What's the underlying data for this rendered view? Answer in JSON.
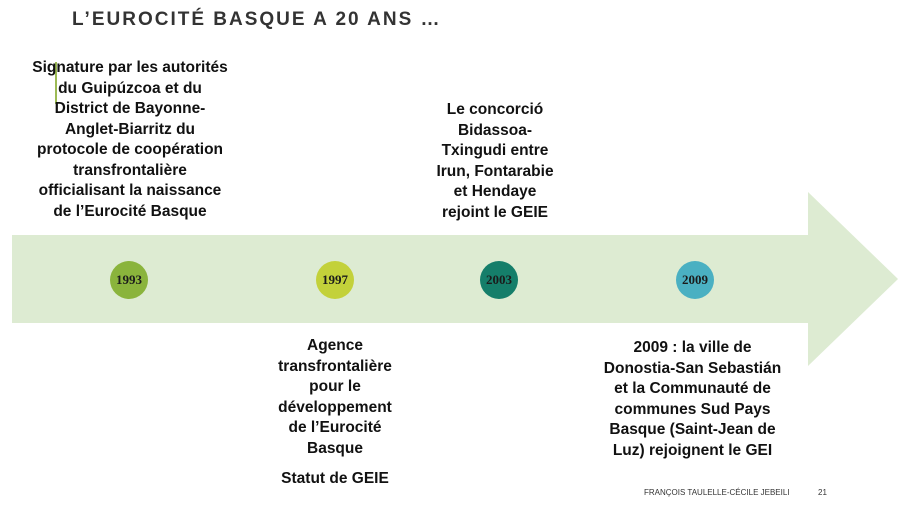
{
  "slide": {
    "title": "L’EUROCITÉ BASQUE A 20 ANS …",
    "footer": "FRANÇOIS TAULELLE-CÉCILE JEBEILI",
    "page_number": "21"
  },
  "arrow_color": "#ddebd2",
  "milestones": [
    {
      "year": "1993",
      "color": "#8ab43c"
    },
    {
      "year": "1997",
      "color": "#c3d13a"
    },
    {
      "year": "2003",
      "color": "#157e6a"
    },
    {
      "year": "2009",
      "color": "#4ab0c2"
    }
  ],
  "texts": {
    "block_1993": [
      "Signature par les autorités",
      "du Guipúzcoa et du",
      "District de Bayonne-",
      "Anglet-Biarritz du",
      "protocole de coopération",
      "transfrontalière",
      "officialisant la naissance",
      "de l’Eurocité Basque"
    ],
    "block_2003": [
      "Le concorció",
      "Bidassoa-",
      "Txingudi entre",
      "Irun, Fontarabie",
      "et Hendaye",
      "rejoint le GEIE"
    ],
    "block_1997": [
      "Agence",
      "transfrontalière",
      "pour le",
      "développement",
      "de l’Eurocité",
      "Basque"
    ],
    "block_1997_statut": "Statut de GEIE",
    "block_2009": [
      "2009 : la ville de",
      "Donostia-San Sebastián",
      "et la Communauté de",
      "communes Sud Pays",
      "Basque (Saint-Jean de",
      "Luz) rejoignent le GEI"
    ]
  }
}
